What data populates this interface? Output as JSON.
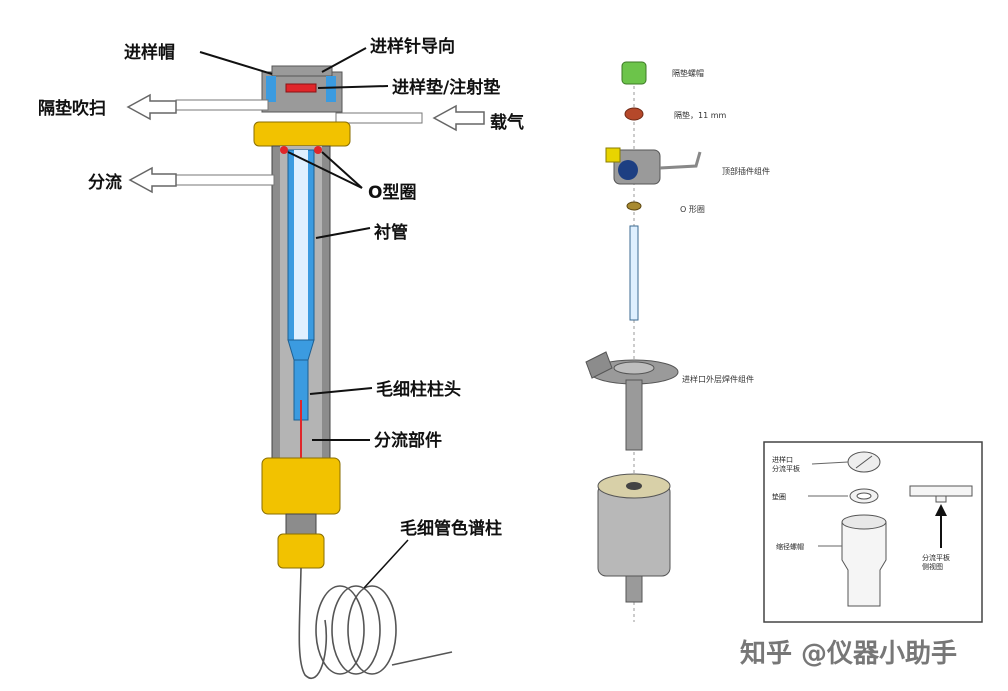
{
  "left_labels": {
    "septum_cap": "进样帽",
    "needle_guide": "进样针导向",
    "septum": "进样垫/注射垫",
    "septum_purge": "隔垫吹扫",
    "carrier_gas": "载气",
    "split": "分流",
    "o_ring": "O型圈",
    "liner": "衬管",
    "column_head": "毛细柱柱头",
    "split_part": "分流部件",
    "capillary_column": "毛细管色谱柱"
  },
  "exploded_labels": {
    "septum_nut": "隔垫螺帽",
    "septum_11mm": "隔垫，11 mm",
    "top_insert_assembly": "顶部插件组件",
    "o_ring": "O 形圈",
    "inlet_weldment": "进样口外层焊件组件"
  },
  "inset_labels": {
    "inlet_split_plate": "进样口\n分流平板",
    "washer": "垫圈",
    "reducing_nut": "缩径螺帽",
    "split_plate_side": "分流平板\n侧视图"
  },
  "watermark": "知乎 @仪器小助手",
  "colors": {
    "yellow_nut": "#f2c200",
    "liner_blue": "#3b9be0",
    "body_gray": "#8c8c8c",
    "red_seal": "#e0262a",
    "green_nut": "#6cc44a",
    "septum_brown": "#b5482a"
  }
}
